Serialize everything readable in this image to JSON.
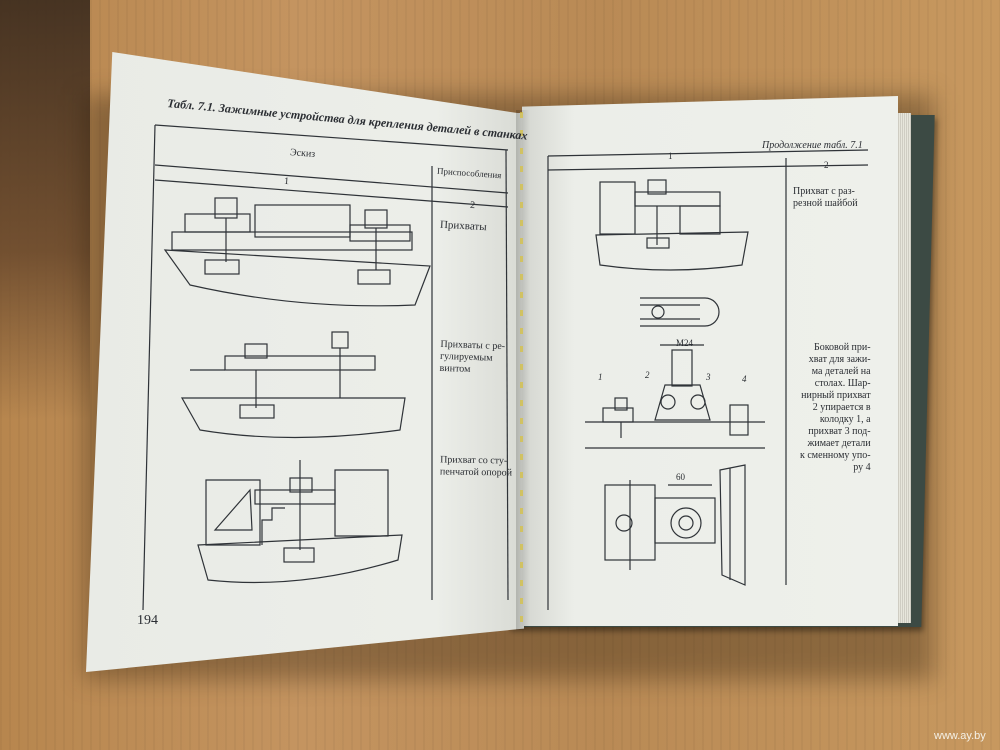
{
  "left_page": {
    "title": "Табл. 7.1. Зажимные устройства для крепления деталей в станках",
    "header_sketch": "Эскиз",
    "header_device": "Приспособления",
    "header_num1": "1",
    "header_num2": "2",
    "rows": [
      {
        "label": "Прихваты"
      },
      {
        "label_lines": [
          "Прихваты с ре-",
          "гулируемым",
          "винтом"
        ]
      },
      {
        "label_lines": [
          "Прихват со сту-",
          "пенчатой опорой"
        ]
      }
    ],
    "page_number": "194"
  },
  "right_page": {
    "continuation": "Продолжение табл. 7.1",
    "header_num1": "1",
    "header_num2": "2",
    "row1_lines": [
      "Прихват с раз-",
      "резной шайбой"
    ],
    "row2_lines": [
      "Боковой при-",
      "хват для зажи-",
      "ма деталей на",
      "столах. Шар-",
      "нирный прихват",
      "2 упирается в",
      "колодку 1, а",
      "прихват 3 под-",
      "жимает детали",
      "к сменному упо-",
      "ру 4"
    ],
    "drawing_labels": {
      "m": "M24",
      "d": "60",
      "n1": "1",
      "n2": "2",
      "n3": "3",
      "n4": "4"
    }
  },
  "watermark": "www.ay.by",
  "colors": {
    "ink": "#2b2e33",
    "paper": "#eceee9",
    "cover": "#3c4a44"
  }
}
